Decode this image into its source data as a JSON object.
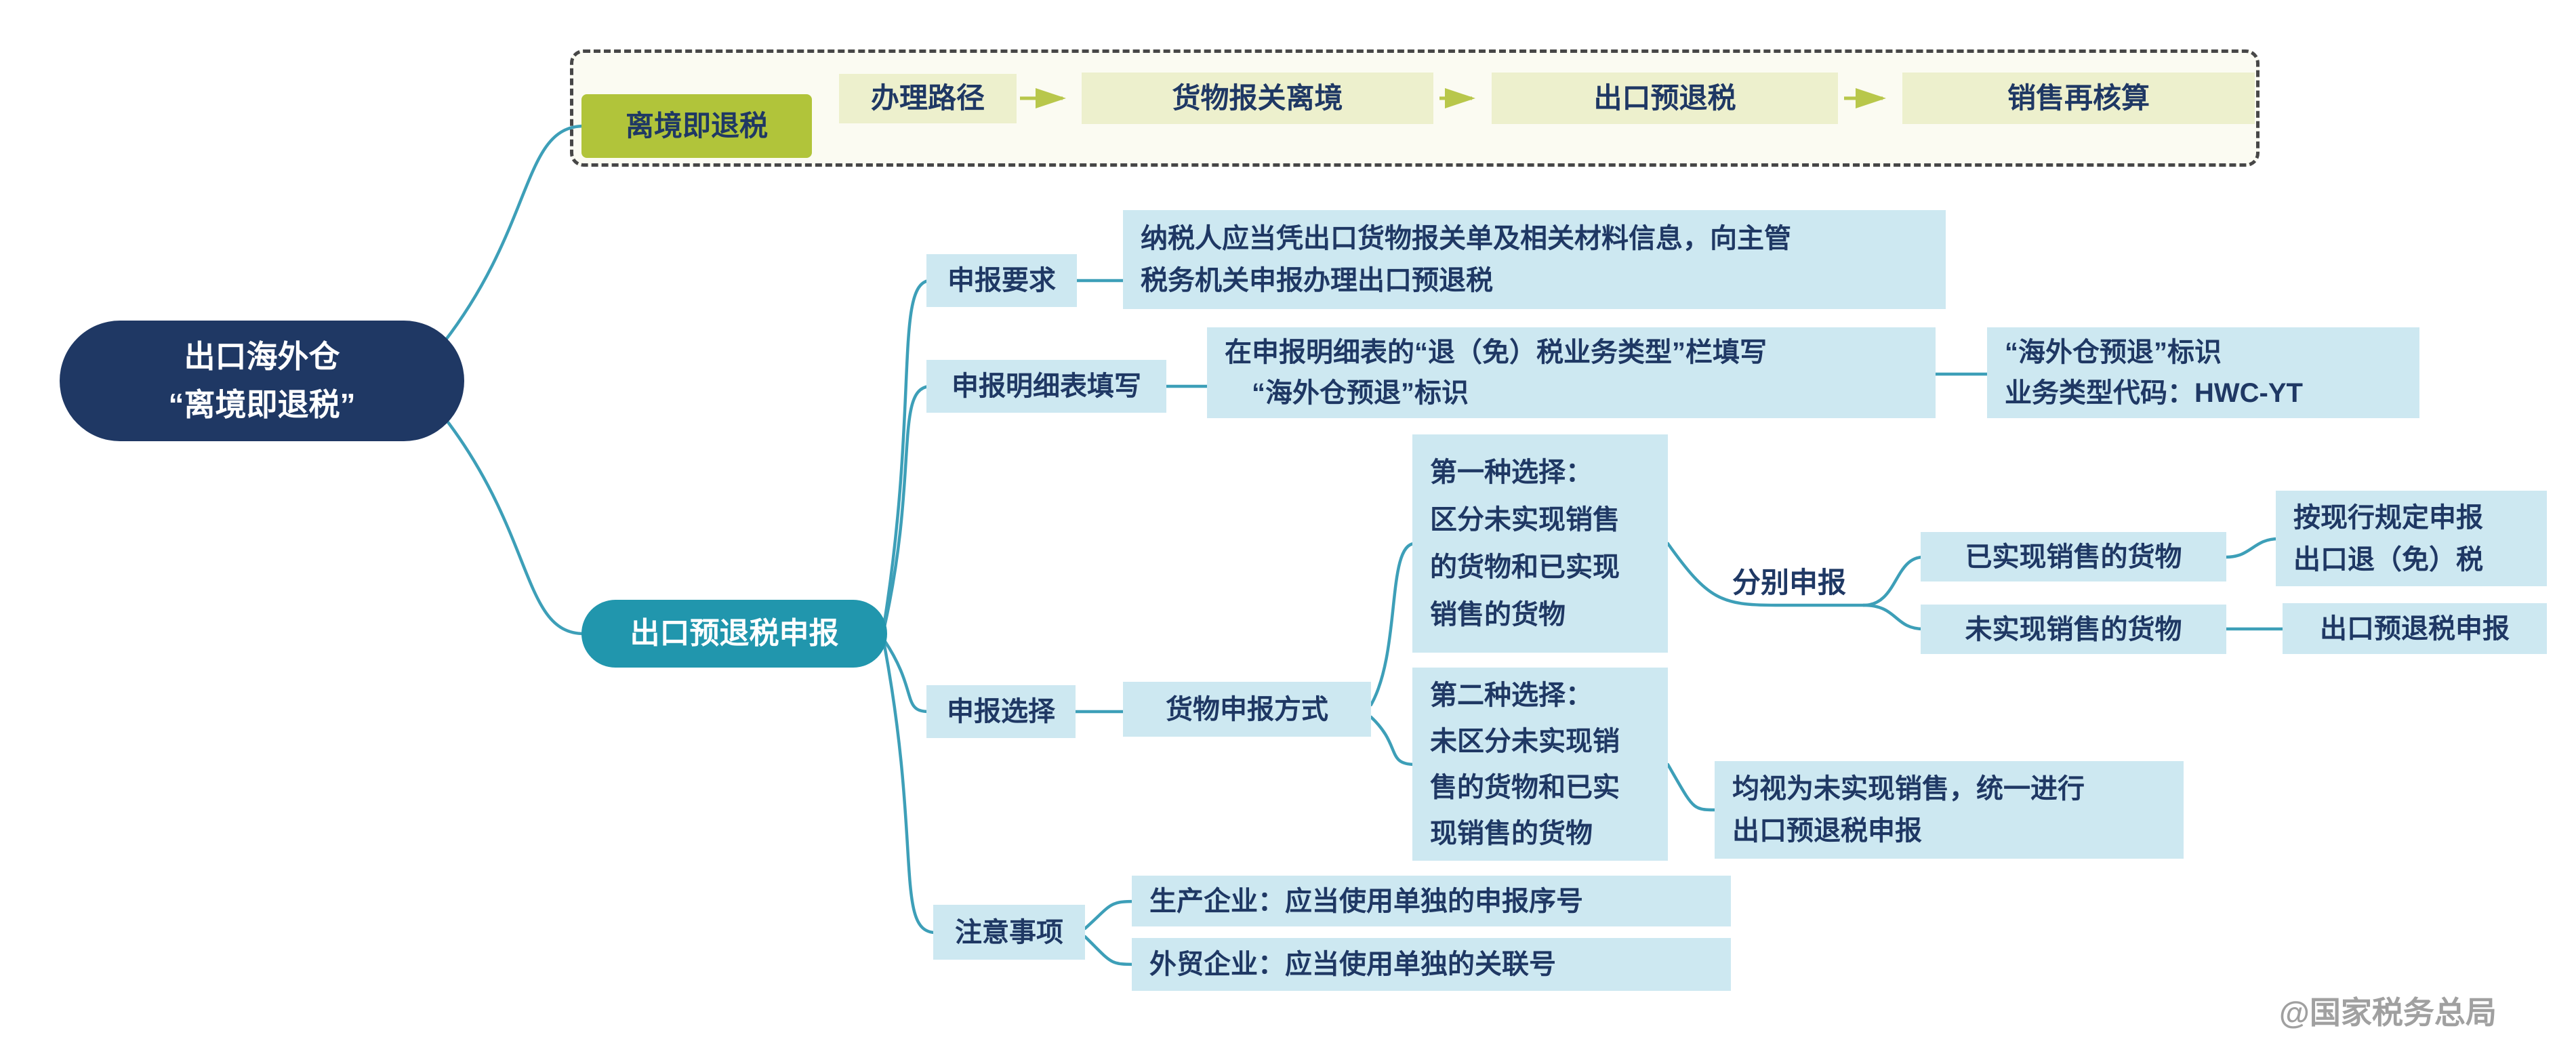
{
  "colors": {
    "root_bg": "#1f3864",
    "branch_bg": "#2196ad",
    "process_bg": "#b1c43a",
    "step_bg": "#edf0cd",
    "node_bg": "#cde8f1",
    "line": "#3d9fb8",
    "arrow": "#b8c74b",
    "text": "#1f3864",
    "watermark_color": "#a0a0a0"
  },
  "root": {
    "title": "出口海外仓\n“离境即退税”"
  },
  "process": {
    "label": "离境即退税",
    "path_label": "办理路径",
    "steps": [
      "货物报关离境",
      "出口预退税",
      "销售再核算"
    ]
  },
  "declare": {
    "label": "出口预退税申报",
    "requirement": {
      "label": "申报要求",
      "detail": "纳税人应当凭出口货物报关单及相关材料信息，向主管\n税务机关申报办理出口预退税"
    },
    "form": {
      "label": "申报明细表填写",
      "detail": "在申报明细表的“退（免）税业务类型”栏填写\n　“海外仓预退”标识",
      "code": "“海外仓预退”标识\n业务类型代码：HWC-YT"
    },
    "choice": {
      "label": "申报选择",
      "method": "货物申报方式",
      "option1": {
        "text": "第一种选择：\n区分未实现销售\n的货物和已实现\n销售的货物",
        "split_label": "分别申报",
        "realized": {
          "label": "已实现销售的货物",
          "action": "按现行规定申报\n出口退（免）税"
        },
        "unrealized": {
          "label": "未实现销售的货物",
          "action": "出口预退税申报"
        }
      },
      "option2": {
        "text": "第二种选择：\n未区分未实现销\n售的货物和已实\n现销售的货物",
        "action": "均视为未实现销售，统一进行\n出口预退税申报"
      }
    },
    "notes": {
      "label": "注意事项",
      "item1": "生产企业：应当使用单独的申报序号",
      "item2": "外贸企业：应当使用单独的关联号"
    }
  },
  "watermark": "@国家税务总局"
}
